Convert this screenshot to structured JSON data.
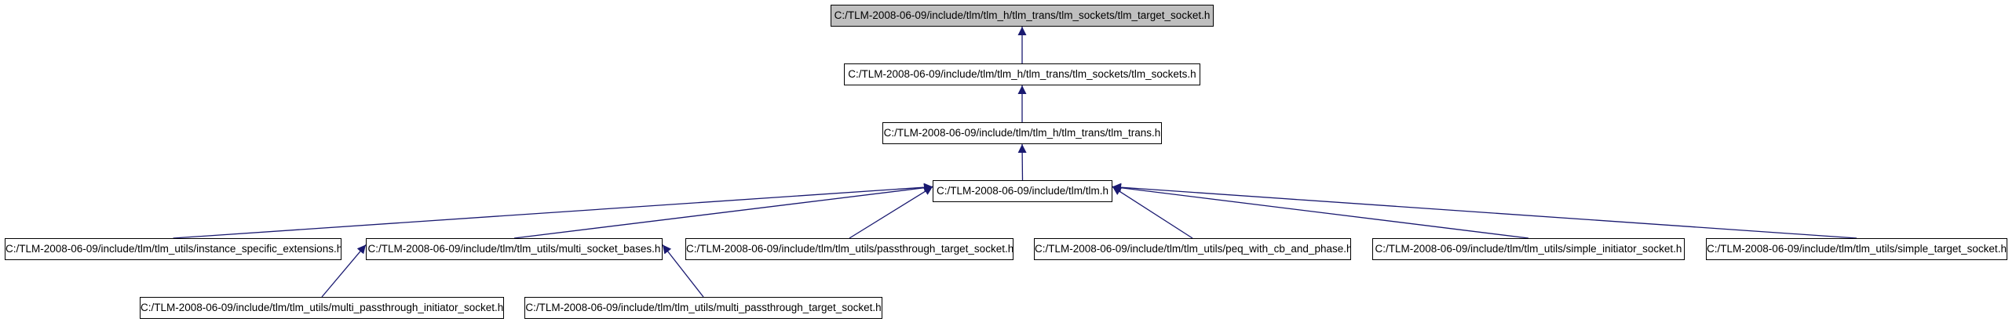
{
  "colors": {
    "edge": "#191970",
    "root_fill": "#bfbfbf",
    "node_fill": "#ffffff",
    "border": "#000000"
  },
  "nodes": {
    "target_socket": "C:/TLM-2008-06-09/include/tlm/tlm_h/tlm_trans/tlm_sockets/tlm_target_socket.h",
    "sockets": "C:/TLM-2008-06-09/include/tlm/tlm_h/tlm_trans/tlm_sockets/tlm_sockets.h",
    "trans": "C:/TLM-2008-06-09/include/tlm/tlm_h/tlm_trans/tlm_trans.h",
    "tlm": "C:/TLM-2008-06-09/include/tlm/tlm.h",
    "instance_ext": "C:/TLM-2008-06-09/include/tlm/tlm_utils/instance_specific_extensions.h",
    "multi_bases": "C:/TLM-2008-06-09/include/tlm/tlm_utils/multi_socket_bases.h",
    "passthrough_target": "C:/TLM-2008-06-09/include/tlm/tlm_utils/passthrough_target_socket.h",
    "peq": "C:/TLM-2008-06-09/include/tlm/tlm_utils/peq_with_cb_and_phase.h",
    "simple_initiator": "C:/TLM-2008-06-09/include/tlm/tlm_utils/simple_initiator_socket.h",
    "simple_target": "C:/TLM-2008-06-09/include/tlm/tlm_utils/simple_target_socket.h",
    "multi_pt_initiator": "C:/TLM-2008-06-09/include/tlm/tlm_utils/multi_passthrough_initiator_socket.h",
    "multi_pt_target": "C:/TLM-2008-06-09/include/tlm/tlm_utils/multi_passthrough_target_socket.h"
  },
  "edges": [
    {
      "from": "sockets",
      "to": "target_socket"
    },
    {
      "from": "trans",
      "to": "sockets"
    },
    {
      "from": "tlm",
      "to": "trans"
    },
    {
      "from": "instance_ext",
      "to": "tlm"
    },
    {
      "from": "multi_bases",
      "to": "tlm"
    },
    {
      "from": "passthrough_target",
      "to": "tlm"
    },
    {
      "from": "peq",
      "to": "tlm"
    },
    {
      "from": "simple_initiator",
      "to": "tlm"
    },
    {
      "from": "simple_target",
      "to": "tlm"
    },
    {
      "from": "multi_pt_initiator",
      "to": "multi_bases"
    },
    {
      "from": "multi_pt_target",
      "to": "multi_bases"
    }
  ]
}
